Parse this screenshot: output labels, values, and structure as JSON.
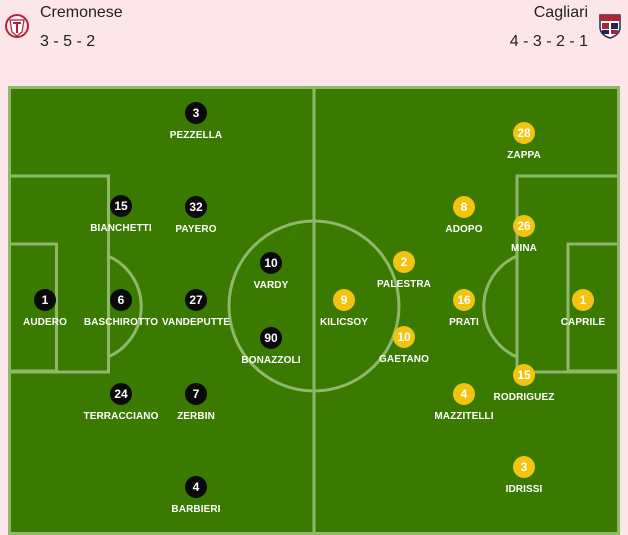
{
  "home": {
    "name": "Cremonese",
    "formation": "3 - 5 - 2",
    "crest_icon": "cremonese-crest-icon",
    "color": "#0a0a0a",
    "players": [
      {
        "number": "1",
        "name": "AUDERO"
      },
      {
        "number": "24",
        "name": "TERRACCIANO"
      },
      {
        "number": "6",
        "name": "BASCHIROTTO"
      },
      {
        "number": "15",
        "name": "BIANCHETTI"
      },
      {
        "number": "4",
        "name": "BARBIERI"
      },
      {
        "number": "7",
        "name": "ZERBIN"
      },
      {
        "number": "27",
        "name": "VANDEPUTTE"
      },
      {
        "number": "32",
        "name": "PAYERO"
      },
      {
        "number": "3",
        "name": "PEZZELLA"
      },
      {
        "number": "90",
        "name": "BONAZZOLI"
      },
      {
        "number": "10",
        "name": "VARDY"
      }
    ]
  },
  "away": {
    "name": "Cagliari",
    "formation": "4 - 3 - 2 - 1",
    "crest_icon": "cagliari-crest-icon",
    "color": "#f2c30f",
    "players": [
      {
        "number": "1",
        "name": "CAPRILE"
      },
      {
        "number": "28",
        "name": "ZAPPA"
      },
      {
        "number": "26",
        "name": "MINA"
      },
      {
        "number": "15",
        "name": "RODRIGUEZ"
      },
      {
        "number": "3",
        "name": "IDRISSI"
      },
      {
        "number": "8",
        "name": "ADOPO"
      },
      {
        "number": "16",
        "name": "PRATI"
      },
      {
        "number": "4",
        "name": "MAZZITELLI"
      },
      {
        "number": "2",
        "name": "PALESTRA"
      },
      {
        "number": "10",
        "name": "GAETANO"
      },
      {
        "number": "9",
        "name": "KILICSOY"
      }
    ]
  },
  "pitch": {
    "grass_color": "#3b7a00",
    "line_color": "#8fb86a"
  }
}
